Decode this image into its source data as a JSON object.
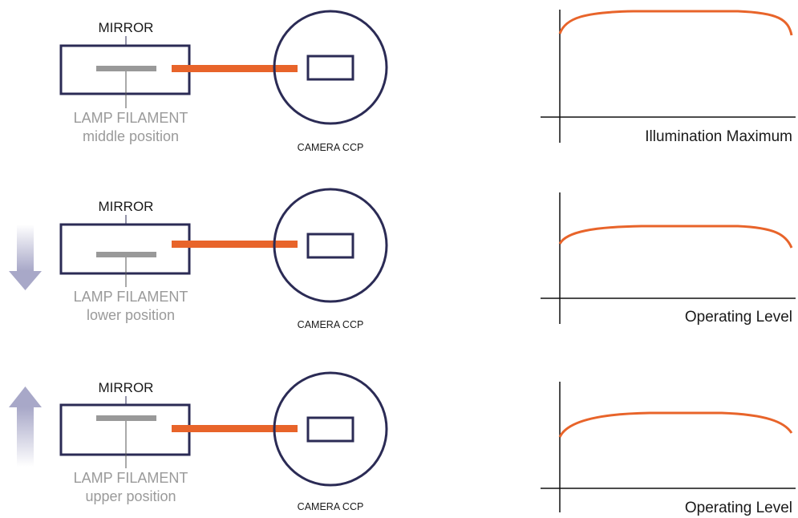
{
  "colors": {
    "frame": "#2b2b55",
    "beam": "#e8642a",
    "filament": "#999999",
    "arrow": "#a8a8c8"
  },
  "icons": [
    "arrow-down-icon",
    "arrow-up-icon"
  ],
  "rows": [
    {
      "mirror_label": "MIRROR",
      "lamp_label": "LAMP FILAMENT",
      "position_label": "middle position",
      "filament_position": "middle",
      "arrow": "none",
      "camera_label": "CAMERA CCP",
      "chart_label": "Illumination Maximum"
    },
    {
      "mirror_label": "MIRROR",
      "lamp_label": "LAMP FILAMENT",
      "position_label": "lower position",
      "filament_position": "lower",
      "arrow": "down",
      "camera_label": "CAMERA CCP",
      "chart_label": "Operating Level"
    },
    {
      "mirror_label": "MIRROR",
      "lamp_label": "LAMP FILAMENT",
      "position_label": "upper position",
      "filament_position": "upper",
      "arrow": "up",
      "camera_label": "CAMERA CCP",
      "chart_label": "Operating Level"
    }
  ]
}
